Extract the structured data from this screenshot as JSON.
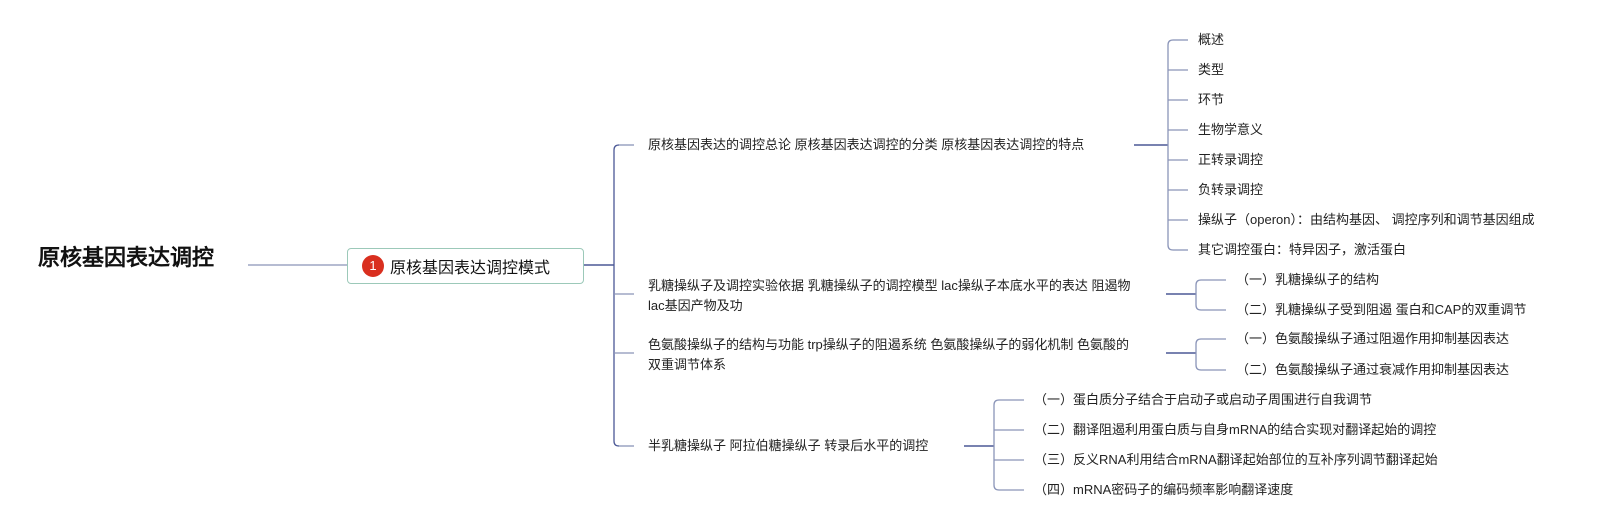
{
  "root": {
    "label": "原核基因表达调控"
  },
  "main": {
    "badge": "1",
    "label": "原核基因表达调控模式"
  },
  "branches": [
    {
      "label": "原核基因表达的调控总论 原核基因表达调控的分类 原核基因表达调控的特点",
      "children": [
        "概述",
        "类型",
        "环节",
        "生物学意义",
        "正转录调控",
        "负转录调控",
        "操纵子（operon）：由结构基因、 调控序列和调节基因组成",
        "其它调控蛋白：特异因子，激活蛋白"
      ]
    },
    {
      "label": "乳糖操纵子及调控实验依据 乳糖操纵子的调控模型 lac操纵子本底水平的表达 阻遏物lac基因产物及功",
      "children": [
        "（一）乳糖操纵子的结构",
        "（二）乳糖操纵子受到阻遏 蛋白和CAP的双重调节"
      ]
    },
    {
      "label": "色氨酸操纵子的结构与功能 trp操纵子的阻遏系统 色氨酸操纵子的弱化机制 色氨酸的双重调节体系",
      "children": [
        "（一）色氨酸操纵子通过阻遏作用抑制基因表达",
        "（二）色氨酸操纵子通过衰减作用抑制基因表达"
      ]
    },
    {
      "label": "半乳糖操纵子 阿拉伯糖操纵子 转录后水平的调控",
      "children": [
        "（一）蛋白质分子结合于启动子或启动子周围进行自我调节",
        "（二）翻译阻遏利用蛋白质与自身mRNA的结合实现对翻译起始的调控",
        "（三）反义RNA利用结合mRNA翻译起始部位的互补序列调节翻译起始",
        "（四）mRNA密码子的编码频率影响翻译速度"
      ]
    }
  ],
  "colors": {
    "link": "#8a94b8",
    "link_dark": "#4b5896",
    "main_border": "#9cc9b9",
    "badge": "#d92f1f"
  }
}
